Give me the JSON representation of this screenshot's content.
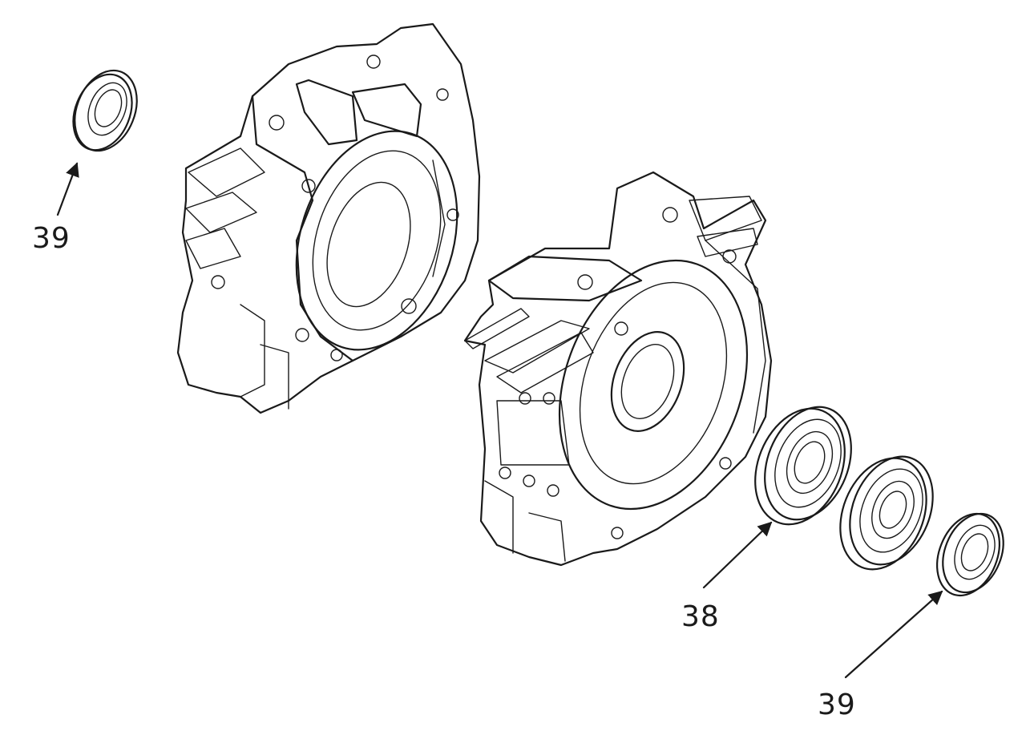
{
  "callouts": {
    "seal_left": "39",
    "bearing": "38",
    "seal_right": "39"
  },
  "colors": {
    "line": "#1a1a1a",
    "background": "#ffffff"
  }
}
